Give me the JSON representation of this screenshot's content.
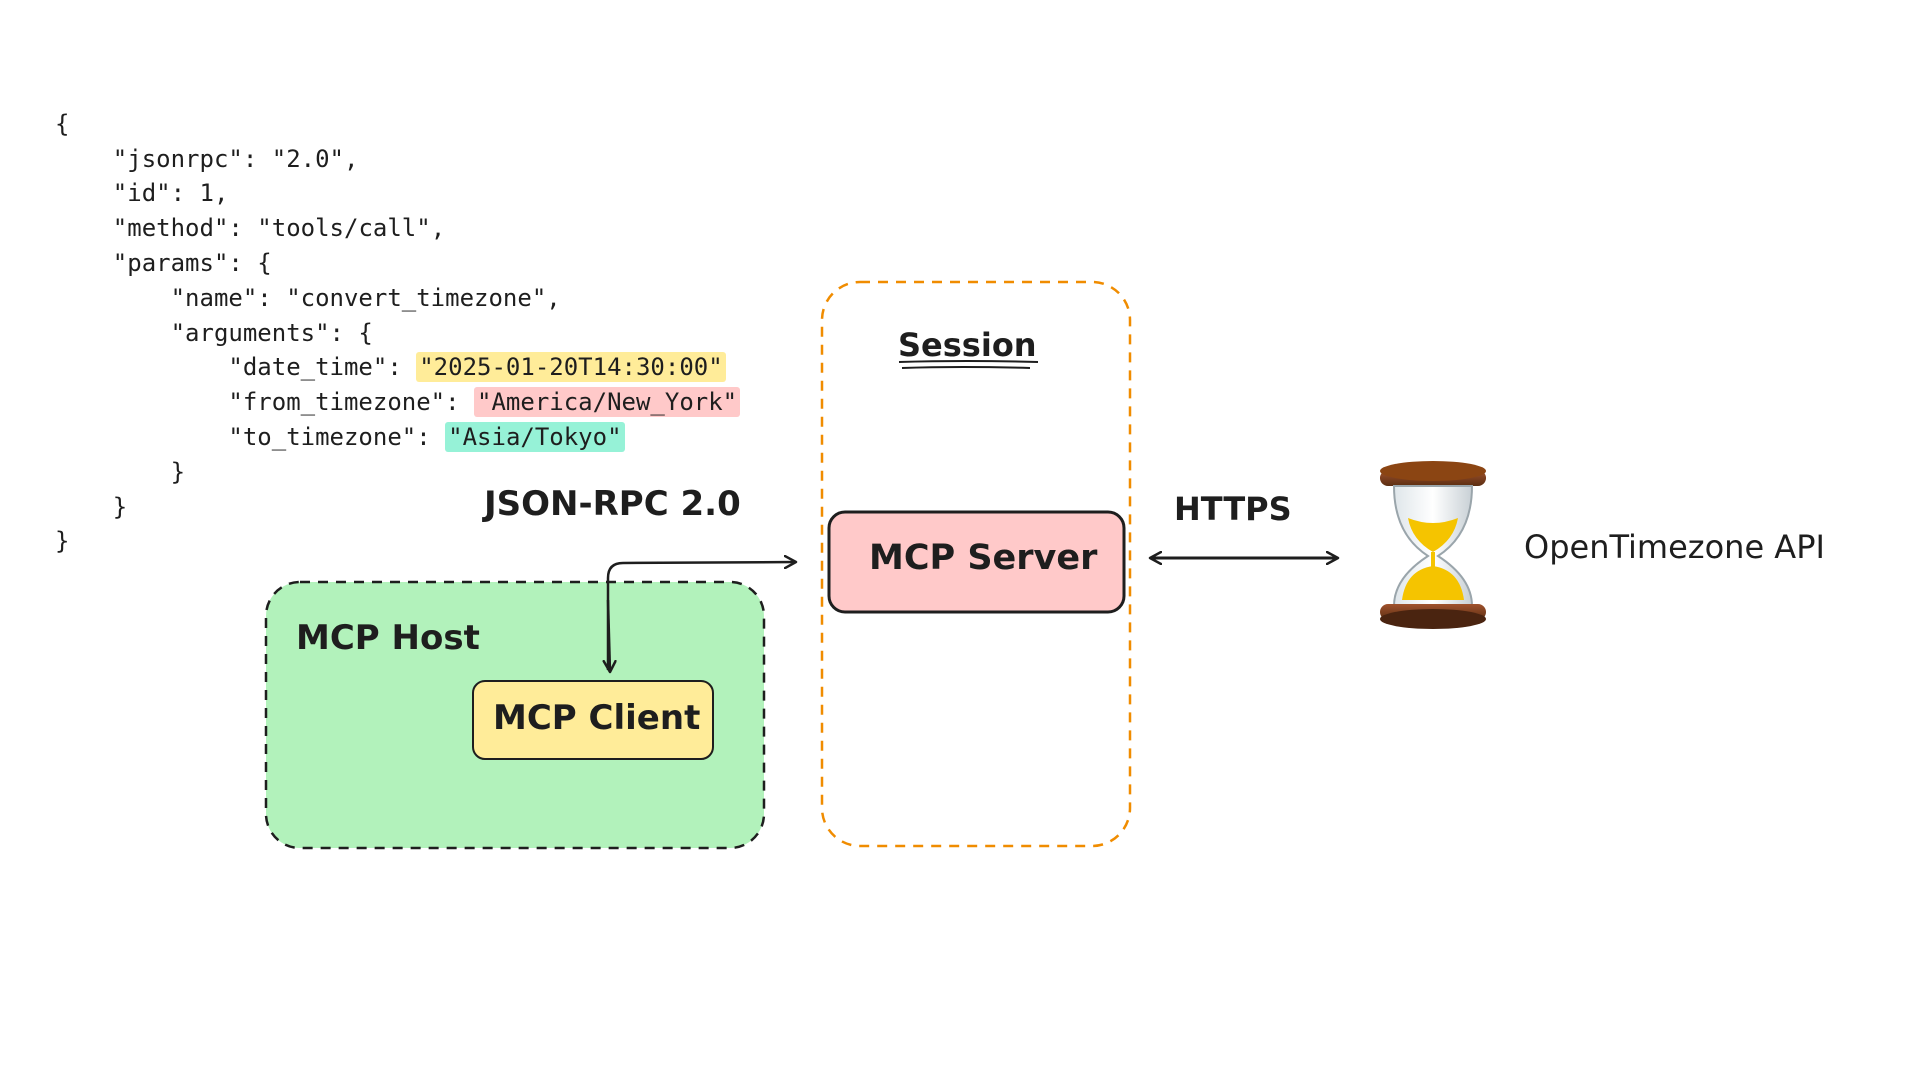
{
  "code": {
    "open": "{",
    "jsonrpc_key": "\"jsonrpc\": ",
    "jsonrpc_val": "\"2.0\",",
    "id_key": "\"id\": ",
    "id_val": "1,",
    "method_key": "\"method\": ",
    "method_val": "\"tools/call\",",
    "params_key": "\"params\": {",
    "name_key": "\"name\": ",
    "name_val": "\"convert_timezone\",",
    "arguments_key": "\"arguments\": {",
    "date_time_key": "\"date_time\": ",
    "date_time_val": "\"2025-01-20T14:30:00\"",
    "from_tz_key": "\"from_timezone\": ",
    "from_tz_val": "\"America/New_York\"",
    "to_tz_key": "\"to_timezone\": ",
    "to_tz_val": "\"Asia/Tokyo\"",
    "close_args": "}",
    "close_params": "}",
    "close": "}"
  },
  "diagram": {
    "jsonrpc_label": "JSON-RPC 2.0",
    "session_label": "Session",
    "mcp_server": "MCP Server",
    "https_label": "HTTPS",
    "api_label": "OpenTimezone API",
    "mcp_host": "MCP Host",
    "mcp_client": "MCP Client",
    "hourglass_icon": "hourglass-icon"
  },
  "colors": {
    "host_fill": "#b2f2bb",
    "client_fill": "#ffec99",
    "server_fill": "#ffc9c9",
    "session_stroke": "#f08c00",
    "highlight_yellow": "#ffec99",
    "highlight_pink": "#ffc9c9",
    "highlight_teal": "#96f2d7"
  }
}
